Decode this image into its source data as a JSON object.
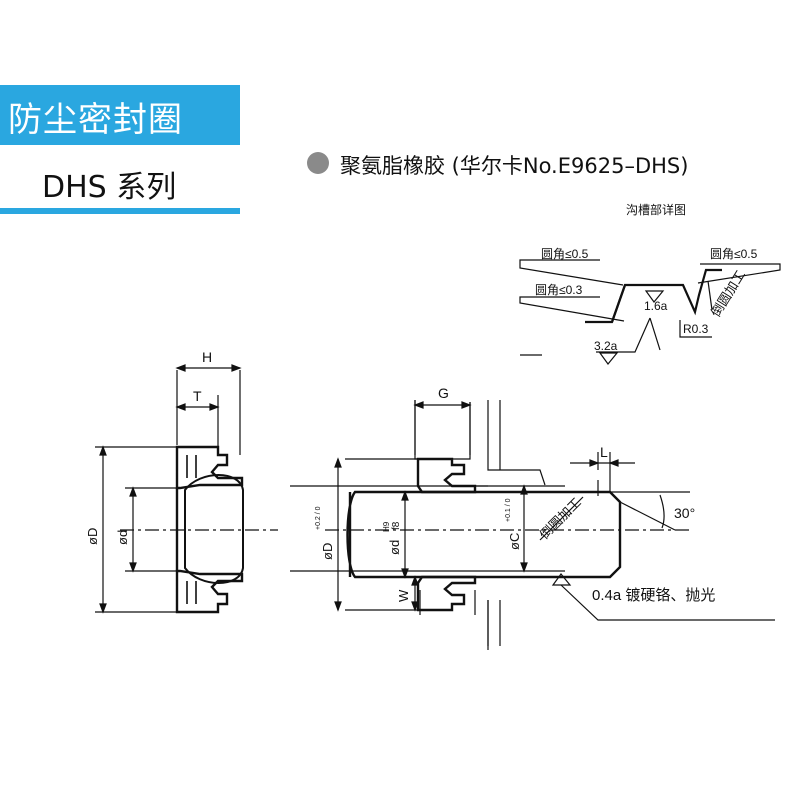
{
  "header": {
    "title": "防尘密封圈",
    "series": "DHS 系列",
    "material": "聚氨脂橡胶 (华尔卡No.E9625–DHS)",
    "accent_color": "#2aa7e0",
    "bullet_color": "#8a8a8a"
  },
  "groove_detail": {
    "title": "沟槽部详图",
    "round_corner_left": "圆角≤0.5",
    "round_corner_right": "圆角≤0.5",
    "round_corner_small": "圆角≤0.3",
    "finish_bottom": "1.6a",
    "finish_side": "3.2a",
    "radius": "R0.3",
    "chamfer": "倒圆加工"
  },
  "section_drawing": {
    "H": "H",
    "T": "T",
    "D": "øD",
    "d": "ød"
  },
  "installation_drawing": {
    "G": "G",
    "L": "L",
    "W": "W",
    "D1_main": "øD",
    "D1_tol": "+0.2 / 0",
    "d_main": "ød",
    "d_tol": "H9",
    "d_suffix": "f8",
    "C_main": "øC",
    "C_tol": "+0.1 / 0",
    "chamfer": "倒圆加工",
    "angle": "30°",
    "surface_note": "0.4a 镀硬铬、抛光"
  }
}
